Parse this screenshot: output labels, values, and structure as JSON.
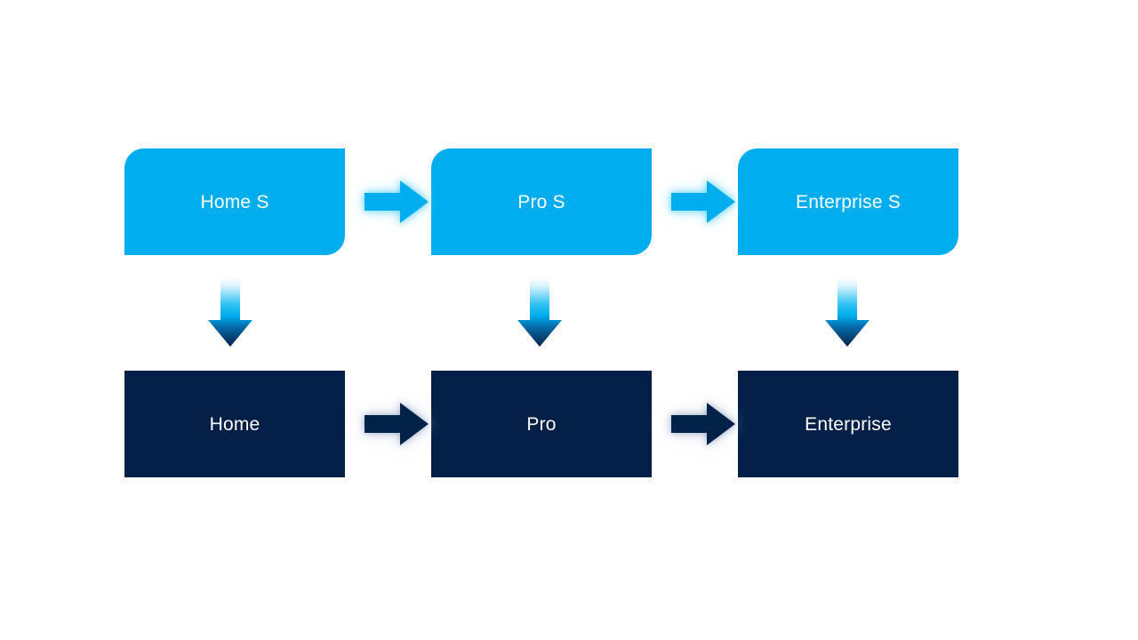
{
  "diagram": {
    "type": "process-flow",
    "background_color": "#ffffff",
    "palette": {
      "top_box_fill": "#00AEEF",
      "bottom_box_fill": "#042048",
      "top_arrow_fill": "#00AEEF",
      "top_arrow_glow": "#7FDCFA",
      "bottom_arrow_fill": "#042048",
      "bottom_arrow_glow": "#B9C6DA",
      "vertical_arrow_gradient_start": "#FFFFFF",
      "vertical_arrow_gradient_mid": "#00AEEF",
      "vertical_arrow_gradient_end": "#042048",
      "label_text_color": "#FFFFFF"
    },
    "rows": [
      {
        "name": "top-row",
        "style": "rounded-diagonal",
        "nodes": [
          {
            "id": "home-s",
            "label": "Home S"
          },
          {
            "id": "pro-s",
            "label": "Pro S"
          },
          {
            "id": "enterprise-s",
            "label": "Enterprise S"
          }
        ]
      },
      {
        "name": "bottom-row",
        "style": "square",
        "nodes": [
          {
            "id": "home",
            "label": "Home"
          },
          {
            "id": "pro",
            "label": "Pro"
          },
          {
            "id": "enterprise",
            "label": "Enterprise"
          }
        ]
      }
    ],
    "connectors": {
      "horizontal_top": [
        {
          "id": "home-s-to-pro-s",
          "icon": "right-arrow-icon"
        },
        {
          "id": "pro-s-to-enterprise-s",
          "icon": "right-arrow-icon"
        }
      ],
      "horizontal_bottom": [
        {
          "id": "home-to-pro",
          "icon": "right-arrow-icon"
        },
        {
          "id": "pro-to-enterprise",
          "icon": "right-arrow-icon"
        }
      ],
      "vertical": [
        {
          "id": "home-s-to-home",
          "icon": "down-arrow-icon"
        },
        {
          "id": "pro-s-to-pro",
          "icon": "down-arrow-icon"
        },
        {
          "id": "enterprise-s-to-enterprise",
          "icon": "down-arrow-icon"
        }
      ]
    }
  }
}
